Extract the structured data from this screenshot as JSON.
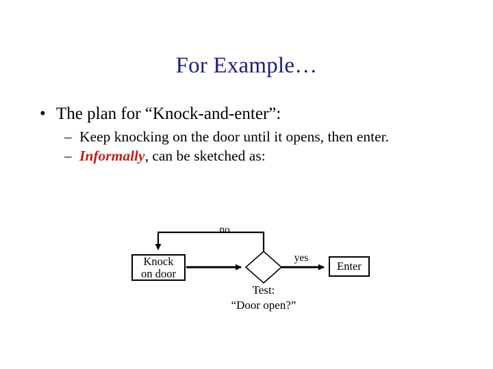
{
  "slide": {
    "title": "For Example…",
    "title_color": "#1d1d80",
    "background": "#ffffff",
    "bullets": [
      {
        "level": 1,
        "marker": "•",
        "text": "The plan for “Knock-and-enter”:"
      },
      {
        "level": 2,
        "marker": "–",
        "text": "Keep knocking on the door until it opens, then enter."
      },
      {
        "level": 2,
        "marker": "–",
        "emphasis": "Informally",
        "emphasis_color": "#bf2018",
        "text_after": ", can be sketched as:"
      }
    ]
  },
  "flowchart": {
    "nodes": [
      {
        "id": "knock",
        "shape": "rect",
        "label_line1": "Knock",
        "label_line2": "on door"
      },
      {
        "id": "test",
        "shape": "diamond",
        "caption_line1": "Test:",
        "caption_line2": "“Door open?”"
      },
      {
        "id": "enter",
        "shape": "rect",
        "label_line1": "Enter"
      }
    ],
    "edges": [
      {
        "from": "knock",
        "to": "test",
        "label": ""
      },
      {
        "from": "test",
        "to": "enter",
        "label": "yes"
      },
      {
        "from": "test",
        "to": "knock",
        "label": "no"
      }
    ],
    "labels": {
      "no": "no",
      "yes": "yes"
    },
    "stroke_color": "#000000"
  }
}
